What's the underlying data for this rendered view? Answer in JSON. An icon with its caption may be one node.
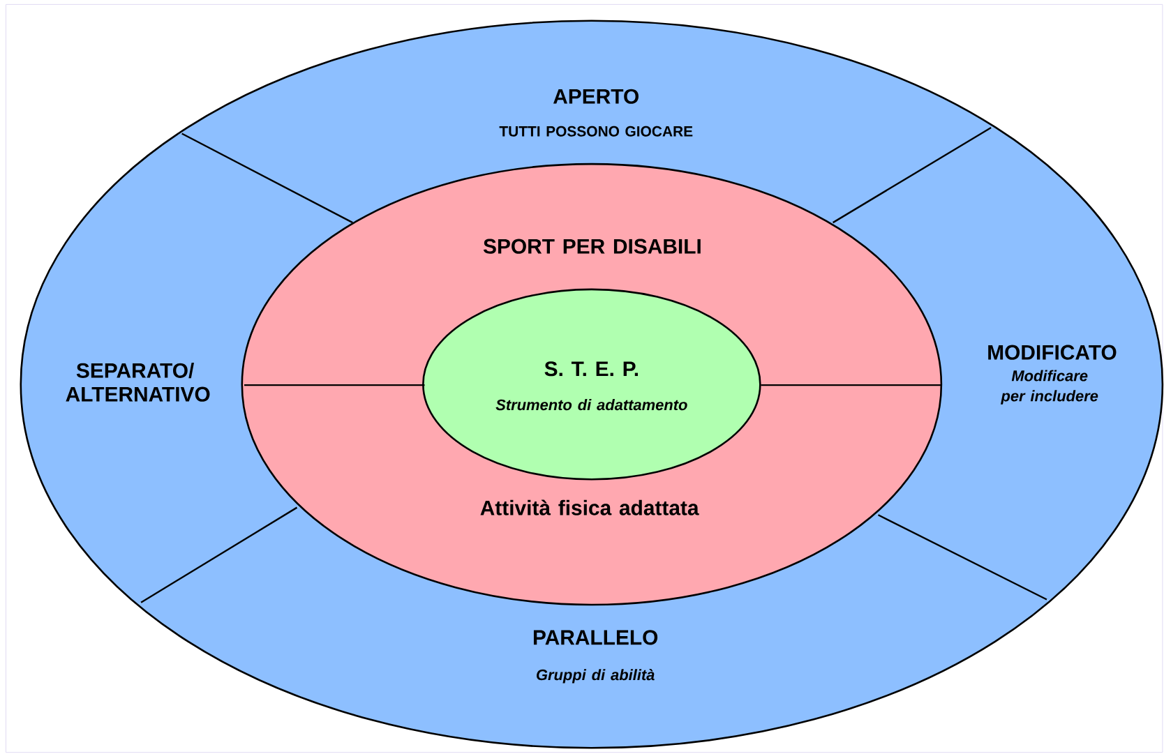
{
  "diagram": {
    "nodes": [
      {
        "text": [
          "APERTO",
          "TUTTI POSSONO GIOCARE"
        ]
      },
      {
        "text": [
          "SEPARATO/ ALTERNATIVO"
        ]
      },
      {
        "text": [
          "MODIFICATO",
          "Modificare per includere"
        ]
      },
      {
        "text": [
          "SPORT PER DISABILI"
        ]
      },
      {
        "text": [
          "S. T. E. P.",
          "Strumento di adattamento"
        ]
      },
      {
        "text": [
          "Attività fisica adattata"
        ]
      },
      {
        "text": [
          "PARALLELO",
          "Gruppi di abilità"
        ]
      }
    ]
  }
}
